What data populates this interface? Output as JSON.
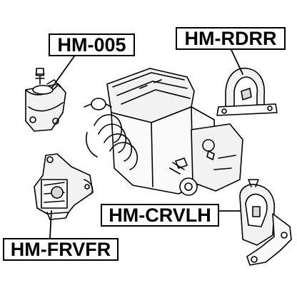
{
  "labels": {
    "hm_005": "HM-005",
    "hm_rdrr": "HM-RDRR",
    "hm_crvlh": "HM-CRVLH",
    "hm_frvfr": "HM-FRVFR"
  },
  "colors": {
    "line": "#000000",
    "background": "#ffffff",
    "fill_light": "#f2f2f2",
    "fill_mid": "#d9d9d9"
  }
}
